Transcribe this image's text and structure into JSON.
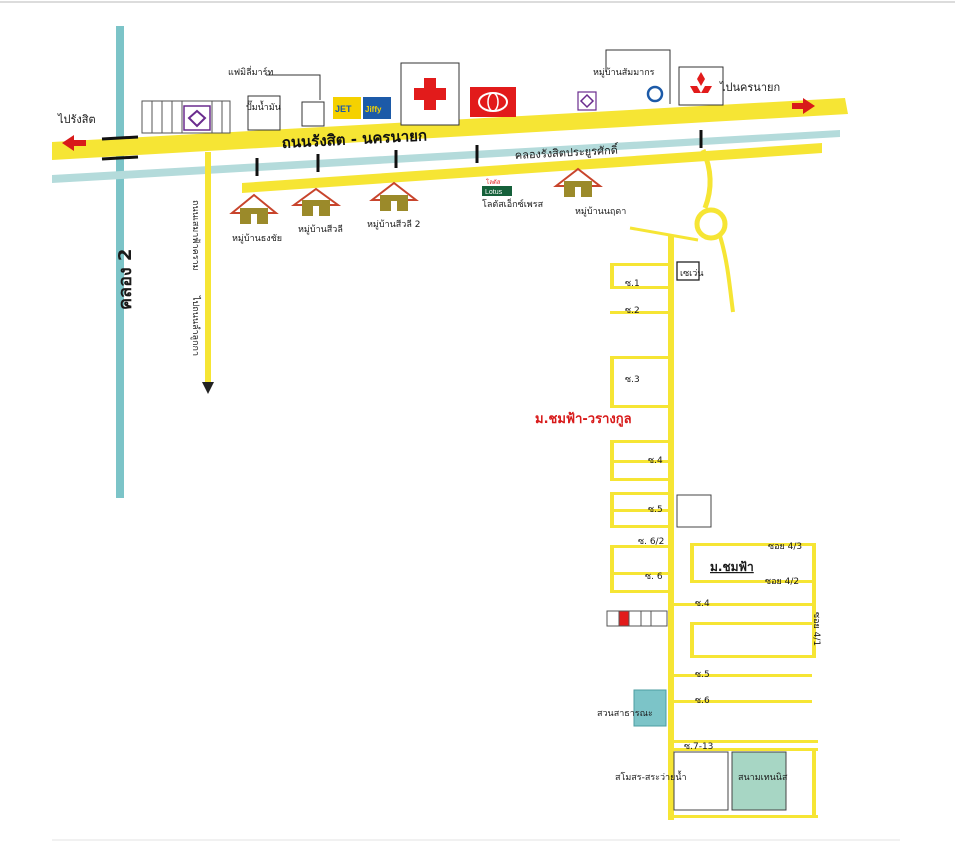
{
  "roads": {
    "main_road": "ถนนรังสิต - นครนายก",
    "to_rangsit": "ไปรังสิต",
    "to_nakhonnayok": "ไปนครนายก",
    "canal_main": "คลองรังสิตประยูรศักดิ์",
    "canal_2": "คลอง 2",
    "side_road": "ถนนเสมาฟ้าคราม",
    "to_lamlukka": "ไปถนนลำลูกกา"
  },
  "landmarks": {
    "family_mart": "แฟมิลี่มาร์ท",
    "gas_station": "ปั๊มน้ำมัน",
    "jet": "JET",
    "jiffy": "Jiffy",
    "lotus_sub": "Lotus",
    "lotus_thai": "โลตัส",
    "lotus_express": "โลตัสเอ็กซ์เพรส",
    "village_sammakorn": "หมู่บ้านสัมมากร",
    "seven_eleven": "เซเว่น"
  },
  "villages": [
    "หมู่บ้านธงชัย",
    "หมู่บ้านสีวลี",
    "หมู่บ้านสีวลี 2",
    "หมู่บ้านนฤดา"
  ],
  "sois_left": [
    "ซ.1",
    "ซ.2",
    "ซ.3",
    "ซ.4",
    "ซ.5",
    "ซ. 6/2",
    "ซ. 6"
  ],
  "sois_right": [
    "ซ.4",
    "ซ.5",
    "ซ.6",
    "ซ.7-13"
  ],
  "sub_sois": [
    "ซอย 4/3",
    "ซอย 4/2",
    "ซอย 4/1"
  ],
  "project": {
    "name": "ม.ชมฟ้า-วรางกูล",
    "sub_name": "ม.ชมฟ้า",
    "park": "สวนสาธารณะ",
    "clubhouse": "สโมสร-สระว่ายน้ำ",
    "tennis": "สนามเทนนิส"
  },
  "colors": {
    "road": "#f6e534",
    "canal": "#b4dbdb",
    "canal_2": "#7cc4c8",
    "red": "#d81a1a",
    "roof": "#c8442c",
    "house": "#9b8a2a",
    "tennis": "#a7d6c4",
    "purple": "#6a2c8e",
    "jet_yellow": "#f5d100",
    "jiffy_blue": "#1c5aa8"
  }
}
